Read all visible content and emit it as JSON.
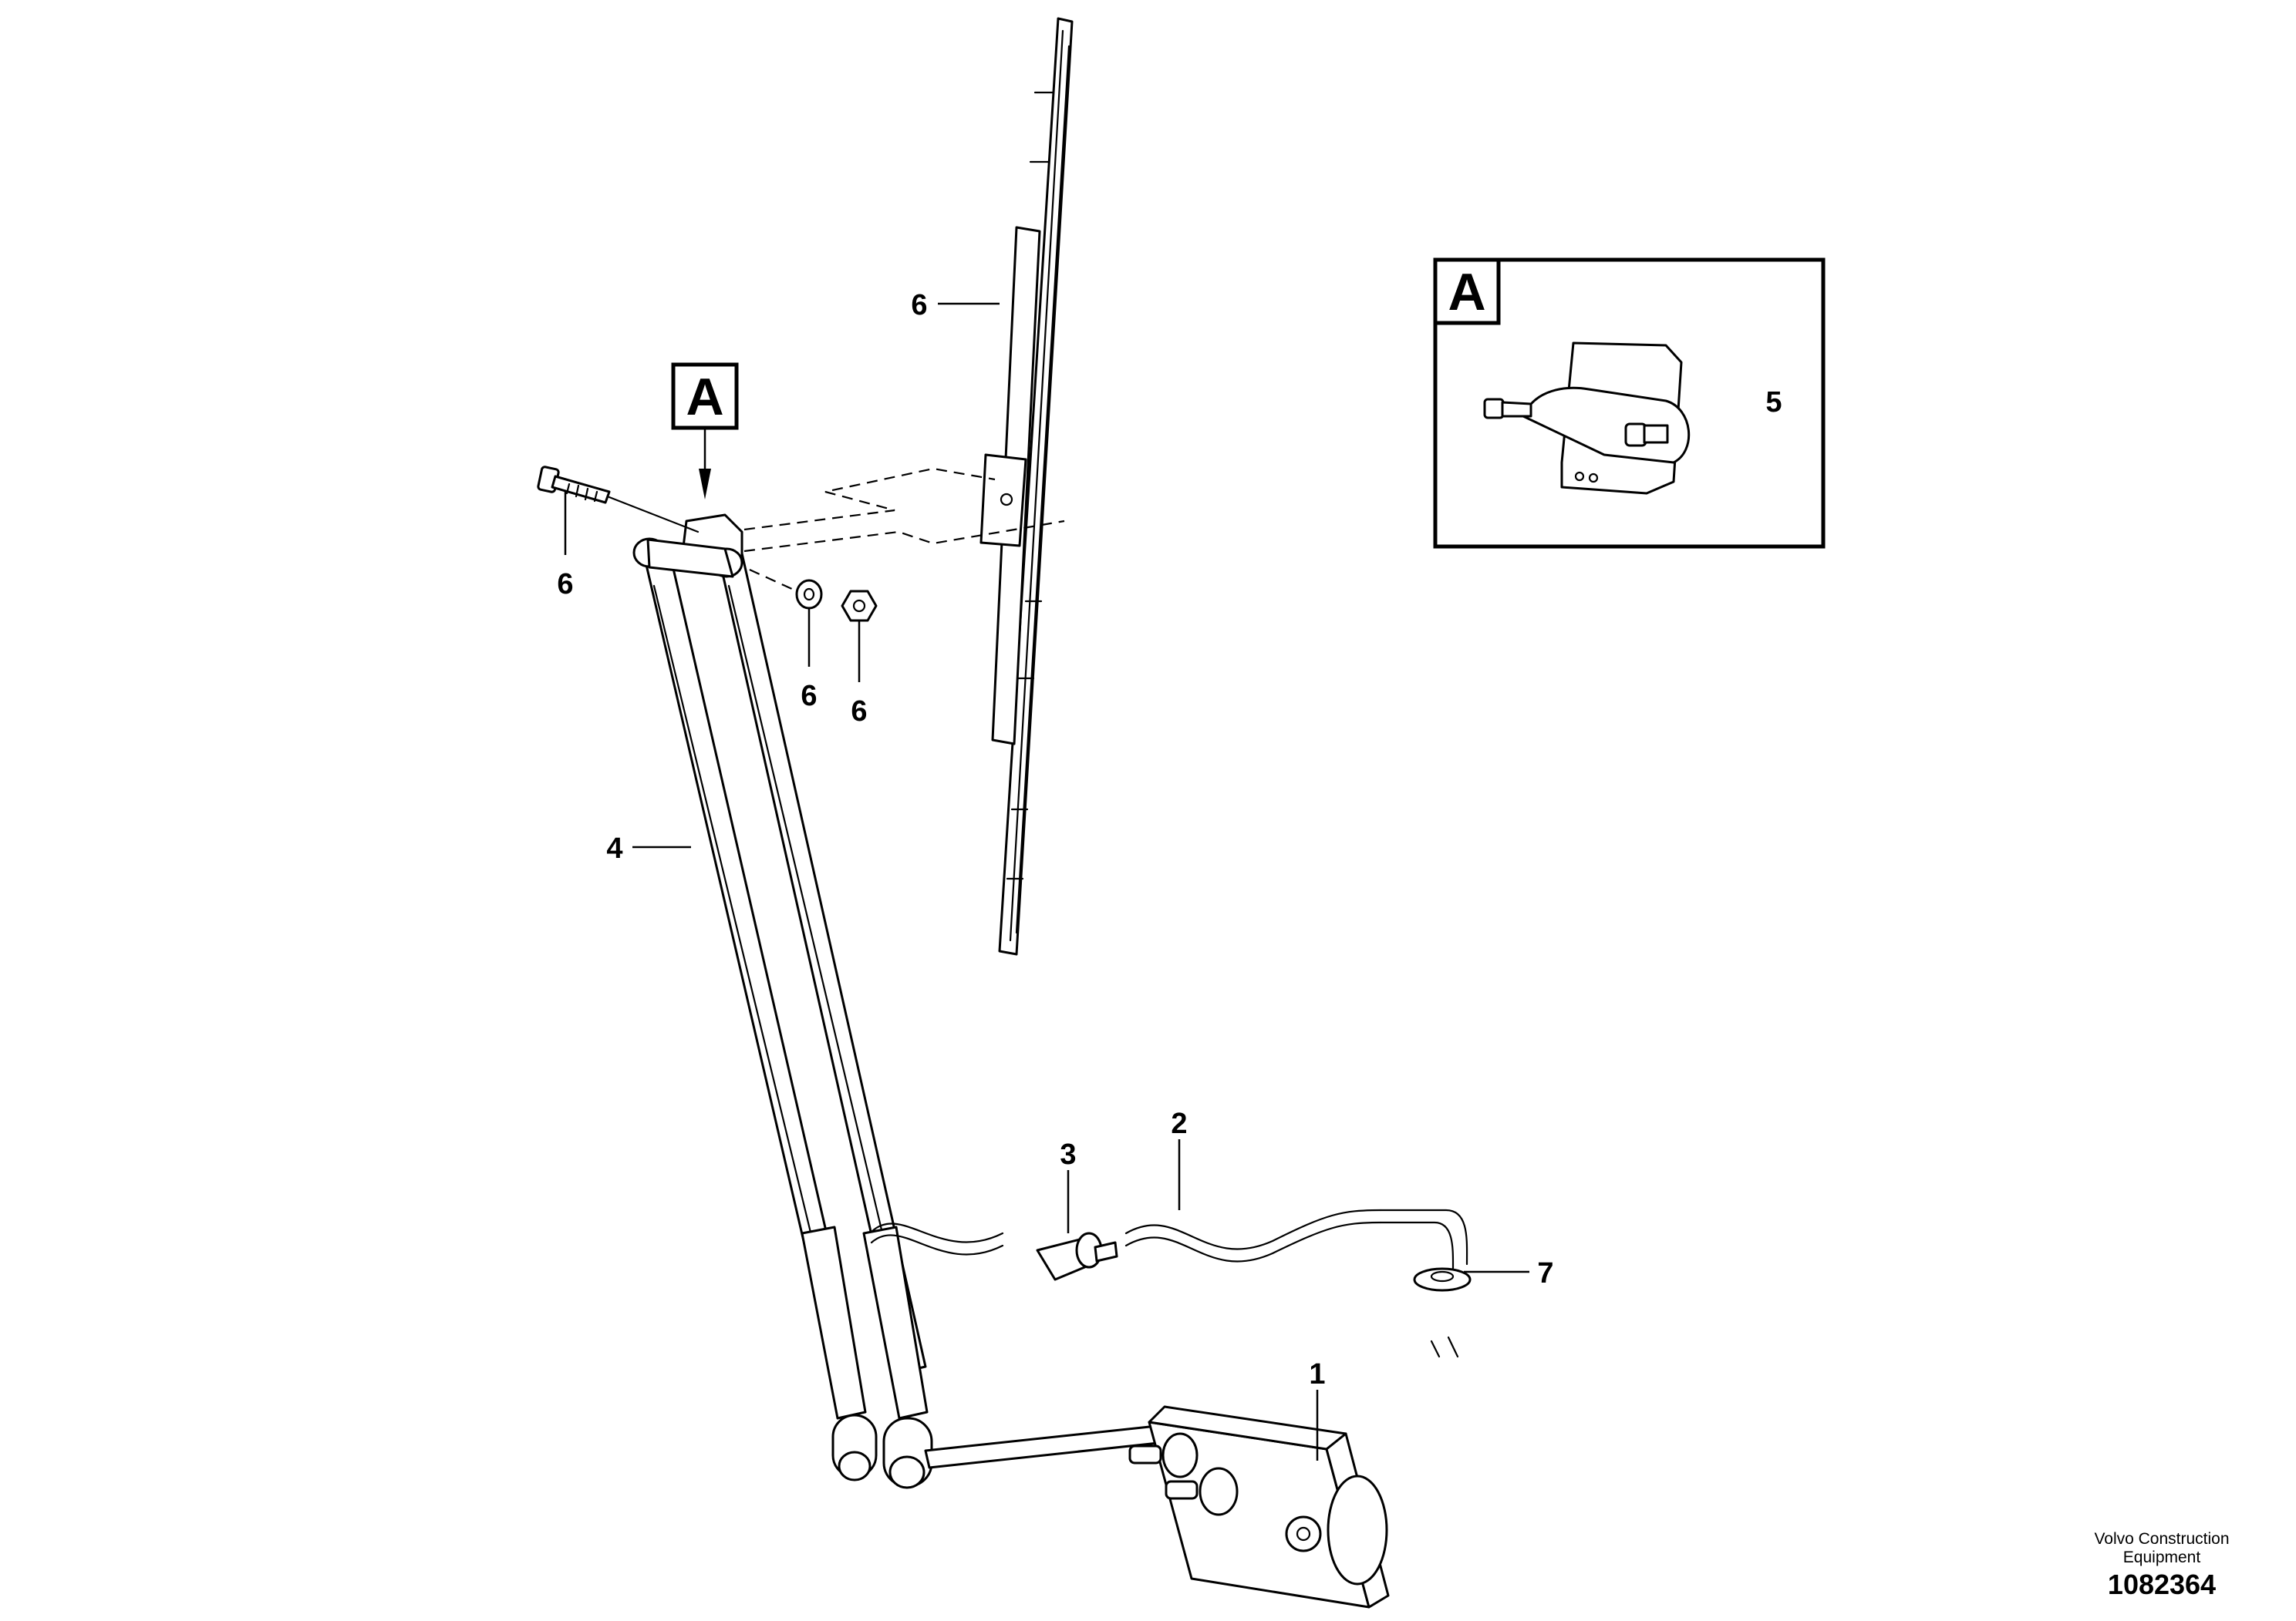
{
  "diagram": {
    "detail_marker": "A",
    "detail_box": {
      "title": "A",
      "callout": "5"
    },
    "callouts": {
      "blade": "6",
      "bolt": "6",
      "washer": "6",
      "nut": "6",
      "arm": "4",
      "hose": "2",
      "nozzle": "3",
      "grommet": "7",
      "motor": "1"
    },
    "footer": {
      "line1": "Volvo Construction",
      "line2": "Equipment",
      "number": "1082364"
    }
  }
}
